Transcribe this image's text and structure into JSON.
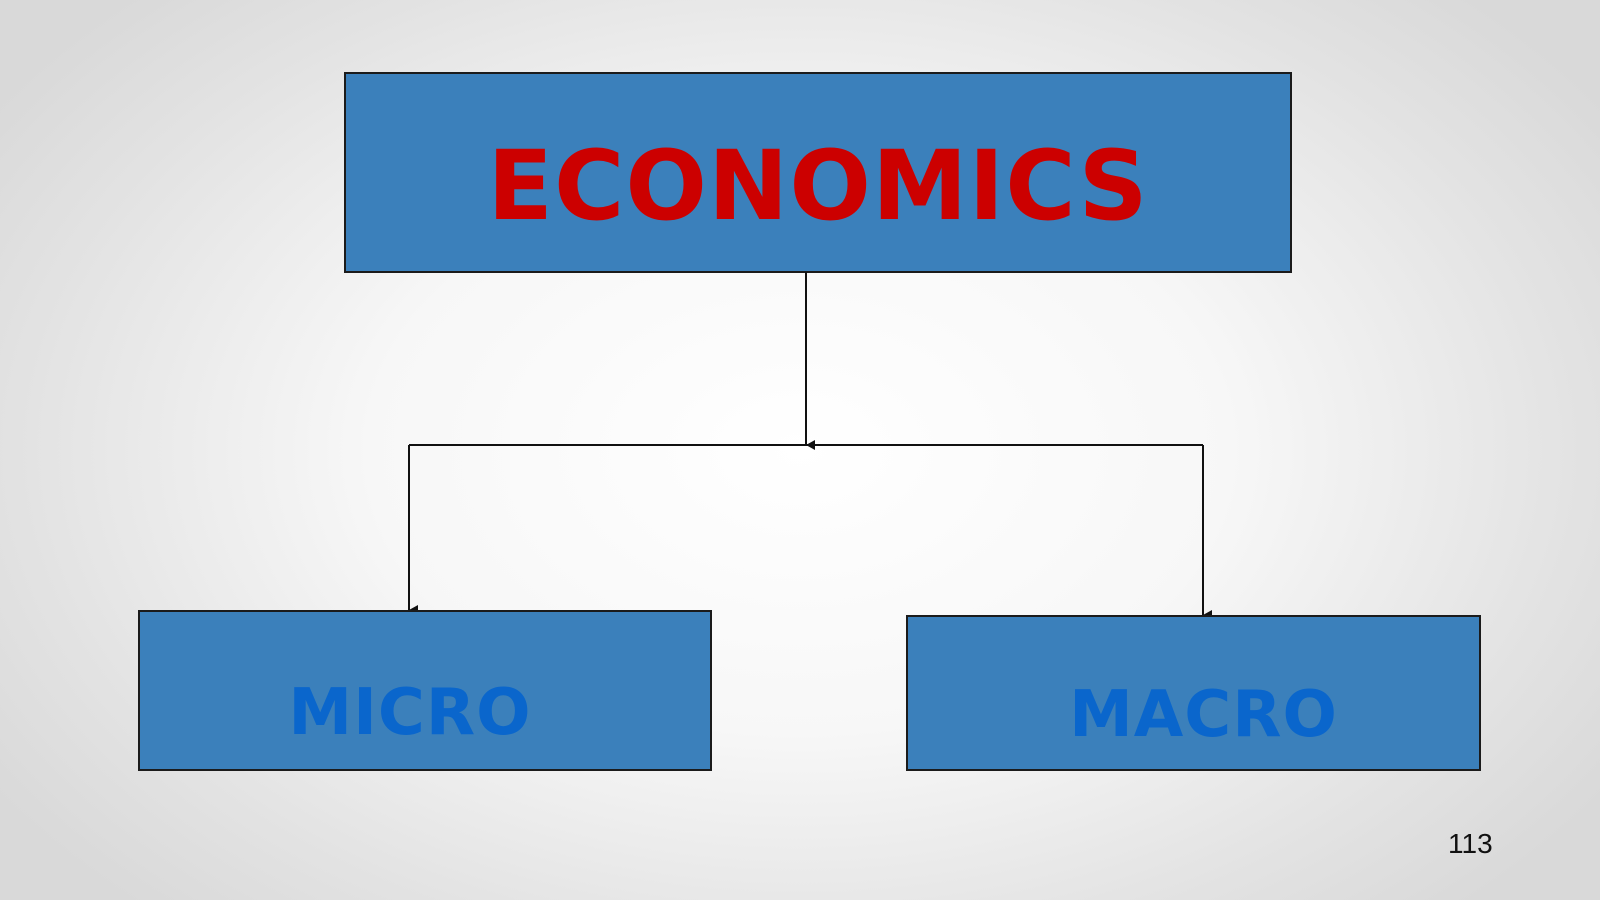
{
  "slide": {
    "page_number": "113"
  },
  "diagram": {
    "root": {
      "label": "ECONOMICS",
      "text_color": "#cc0000"
    },
    "children": [
      {
        "label": "MICRO",
        "text_color": "#0a66cc"
      },
      {
        "label": "MACRO",
        "text_color": "#0a66cc"
      }
    ],
    "colors": {
      "box_fill": "#3b80bb",
      "box_border": "#1b1b1b",
      "connector": "#111111"
    }
  }
}
